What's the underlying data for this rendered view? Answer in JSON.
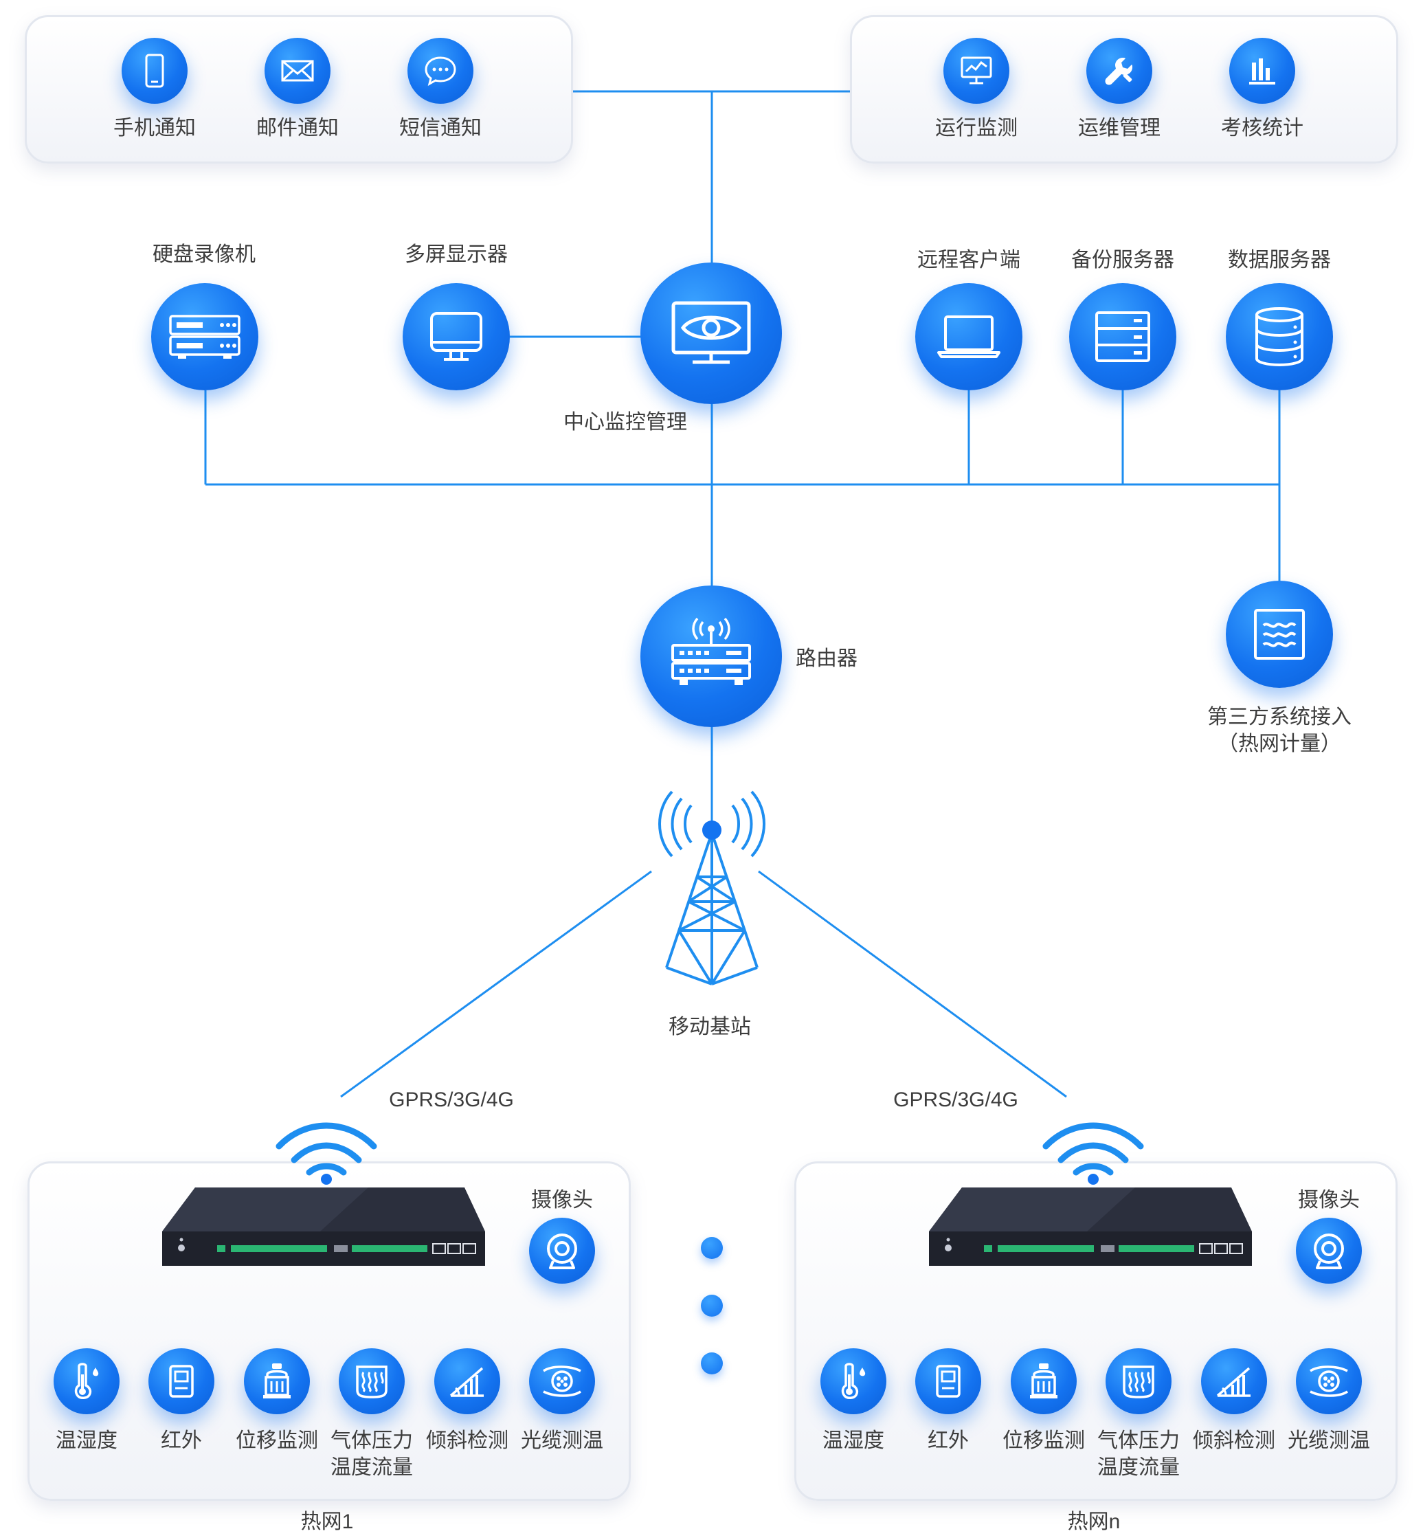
{
  "notify_panel": {
    "items": [
      {
        "label": "手机通知",
        "icon": "phone-icon"
      },
      {
        "label": "邮件通知",
        "icon": "mail-icon"
      },
      {
        "label": "短信通知",
        "icon": "chat-icon"
      }
    ]
  },
  "manage_panel": {
    "items": [
      {
        "label": "运行监测",
        "icon": "monitor-chart-icon"
      },
      {
        "label": "运维管理",
        "icon": "wrench-icon"
      },
      {
        "label": "考核统计",
        "icon": "bar-chart-icon"
      }
    ]
  },
  "center": {
    "nvr": "硬盘录像机",
    "multiscreen": "多屏显示器",
    "monitor_center": "中心监控管理",
    "remote_client": "远程客户端",
    "backup_server": "备份服务器",
    "data_server": "数据服务器",
    "router": "路由器",
    "third_party_line1": "第三方系统接入",
    "third_party_line2": "（热网计量）",
    "base_station": "移动基站"
  },
  "links": {
    "left": "GPRS/3G/4G",
    "right": "GPRS/3G/4G"
  },
  "sites": [
    {
      "name": "热网1",
      "camera": "摄像头",
      "sensors": [
        "温湿度",
        "红外",
        "位移监测",
        "气体压力",
        "倾斜检测",
        "光缆测温"
      ],
      "sensor_line2": "温度流量"
    },
    {
      "name": "热网n",
      "camera": "摄像头",
      "sensors": [
        "温湿度",
        "红外",
        "位移监测",
        "气体压力",
        "倾斜检测",
        "光缆测温"
      ],
      "sensor_line2": "温度流量"
    }
  ],
  "colors": {
    "accent": "#1473f0",
    "line": "#1e8ef0",
    "panel_border": "#e3e7ef"
  }
}
